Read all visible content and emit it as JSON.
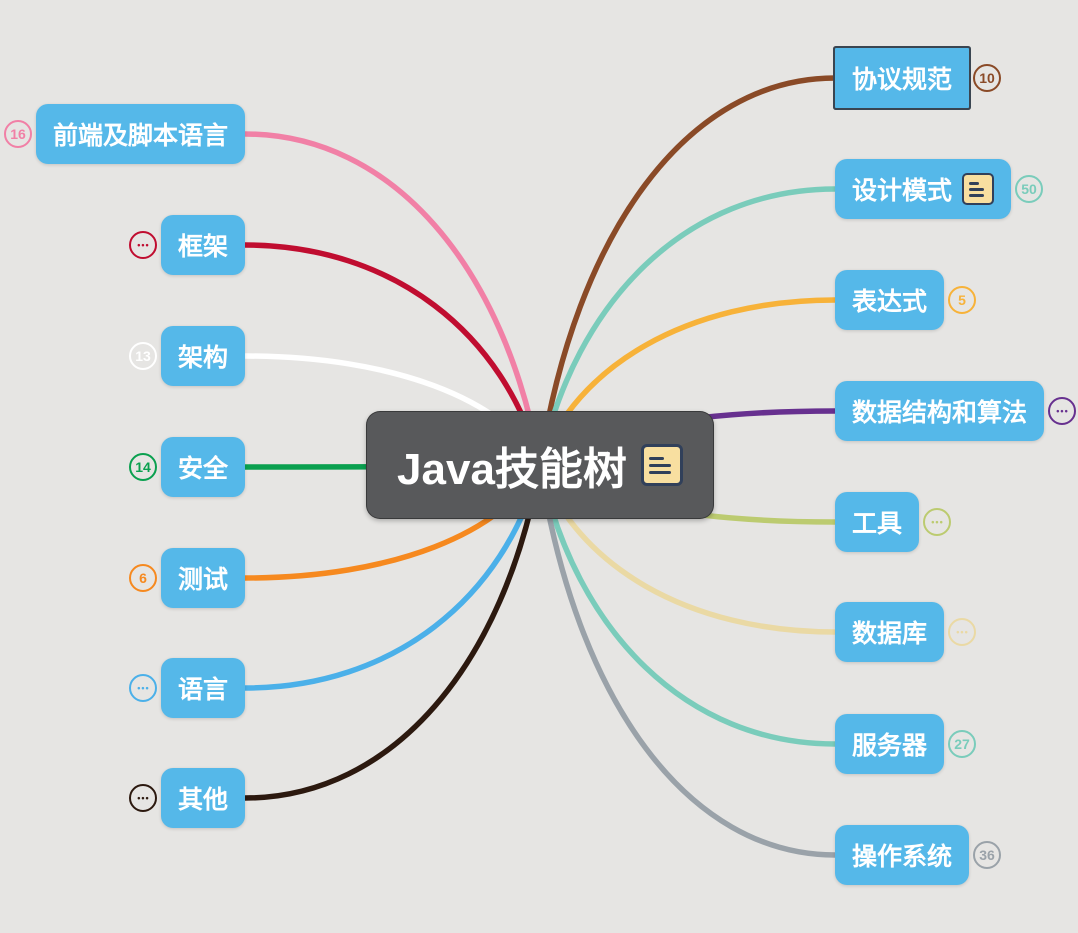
{
  "app": "mindmap",
  "colors": {
    "canvas_bg": "#e6e5e3",
    "topic_bg": "#55b8e9",
    "topic_text": "#ffffff",
    "root_bg": "#58595b",
    "root_text": "#ffffff",
    "selected_border": "#3a4551",
    "note_icon_bg": "#f8dfa0",
    "note_icon_border": "#31405a"
  },
  "root": {
    "label": "Java技能树",
    "has_note": true
  },
  "left_branches": [
    {
      "label": "前端及脚本语言",
      "badge": "16",
      "color": "#f180a6",
      "has_note": false,
      "selected": false
    },
    {
      "label": "框架",
      "badge": "•••",
      "color": "#c00d30",
      "has_note": false,
      "selected": false
    },
    {
      "label": "架构",
      "badge": "13",
      "color": "#ffffff",
      "has_note": false,
      "selected": false
    },
    {
      "label": "安全",
      "badge": "14",
      "color": "#0aa04f",
      "has_note": false,
      "selected": false
    },
    {
      "label": "测试",
      "badge": "6",
      "color": "#f6891f",
      "has_note": false,
      "selected": false
    },
    {
      "label": "语言",
      "badge": "•••",
      "color": "#4bb0e9",
      "has_note": false,
      "selected": false
    },
    {
      "label": "其他",
      "badge": "•••",
      "color": "#2c190f",
      "has_note": false,
      "selected": false
    }
  ],
  "right_branches": [
    {
      "label": "协议规范",
      "badge": "10",
      "color": "#8a4a27",
      "has_note": false,
      "selected": true
    },
    {
      "label": "设计模式",
      "badge": "50",
      "color": "#7accbb",
      "has_note": true,
      "selected": false
    },
    {
      "label": "表达式",
      "badge": "5",
      "color": "#f7b239",
      "has_note": false,
      "selected": false
    },
    {
      "label": "数据结构和算法",
      "badge": "•••",
      "color": "#67308f",
      "has_note": false,
      "selected": false
    },
    {
      "label": "工具",
      "badge": "•••",
      "color": "#bccb70",
      "has_note": false,
      "selected": false
    },
    {
      "label": "数据库",
      "badge": "•••",
      "color": "#ead9a4",
      "has_note": false,
      "selected": false
    },
    {
      "label": "服务器",
      "badge": "27",
      "color": "#7accbb",
      "has_note": false,
      "selected": false
    },
    {
      "label": "操作系统",
      "badge": "36",
      "color": "#9aa2a9",
      "has_note": false,
      "selected": false
    }
  ]
}
